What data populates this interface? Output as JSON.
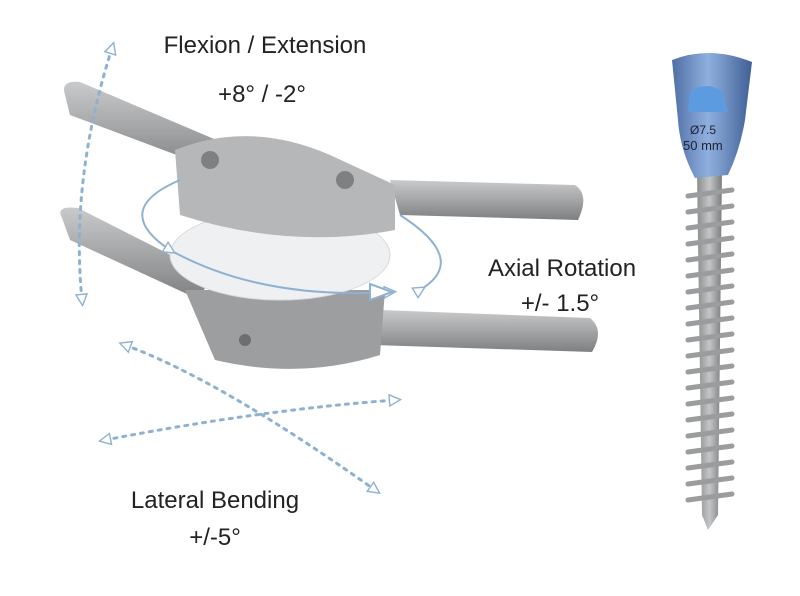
{
  "labels": {
    "flexion_title": "Flexion / Extension",
    "flexion_value": "+8° / -2°",
    "axial_title": "Axial Rotation",
    "axial_value": "+/- 1.5°",
    "lateral_title": "Lateral Bending",
    "lateral_value": "+/-5°"
  },
  "screw": {
    "diameter": "Ø7.5",
    "length": "50 mm"
  },
  "colors": {
    "arrow": "#8eb1d1",
    "screw_head": "#6f93c9",
    "metal": "#a9abad"
  }
}
